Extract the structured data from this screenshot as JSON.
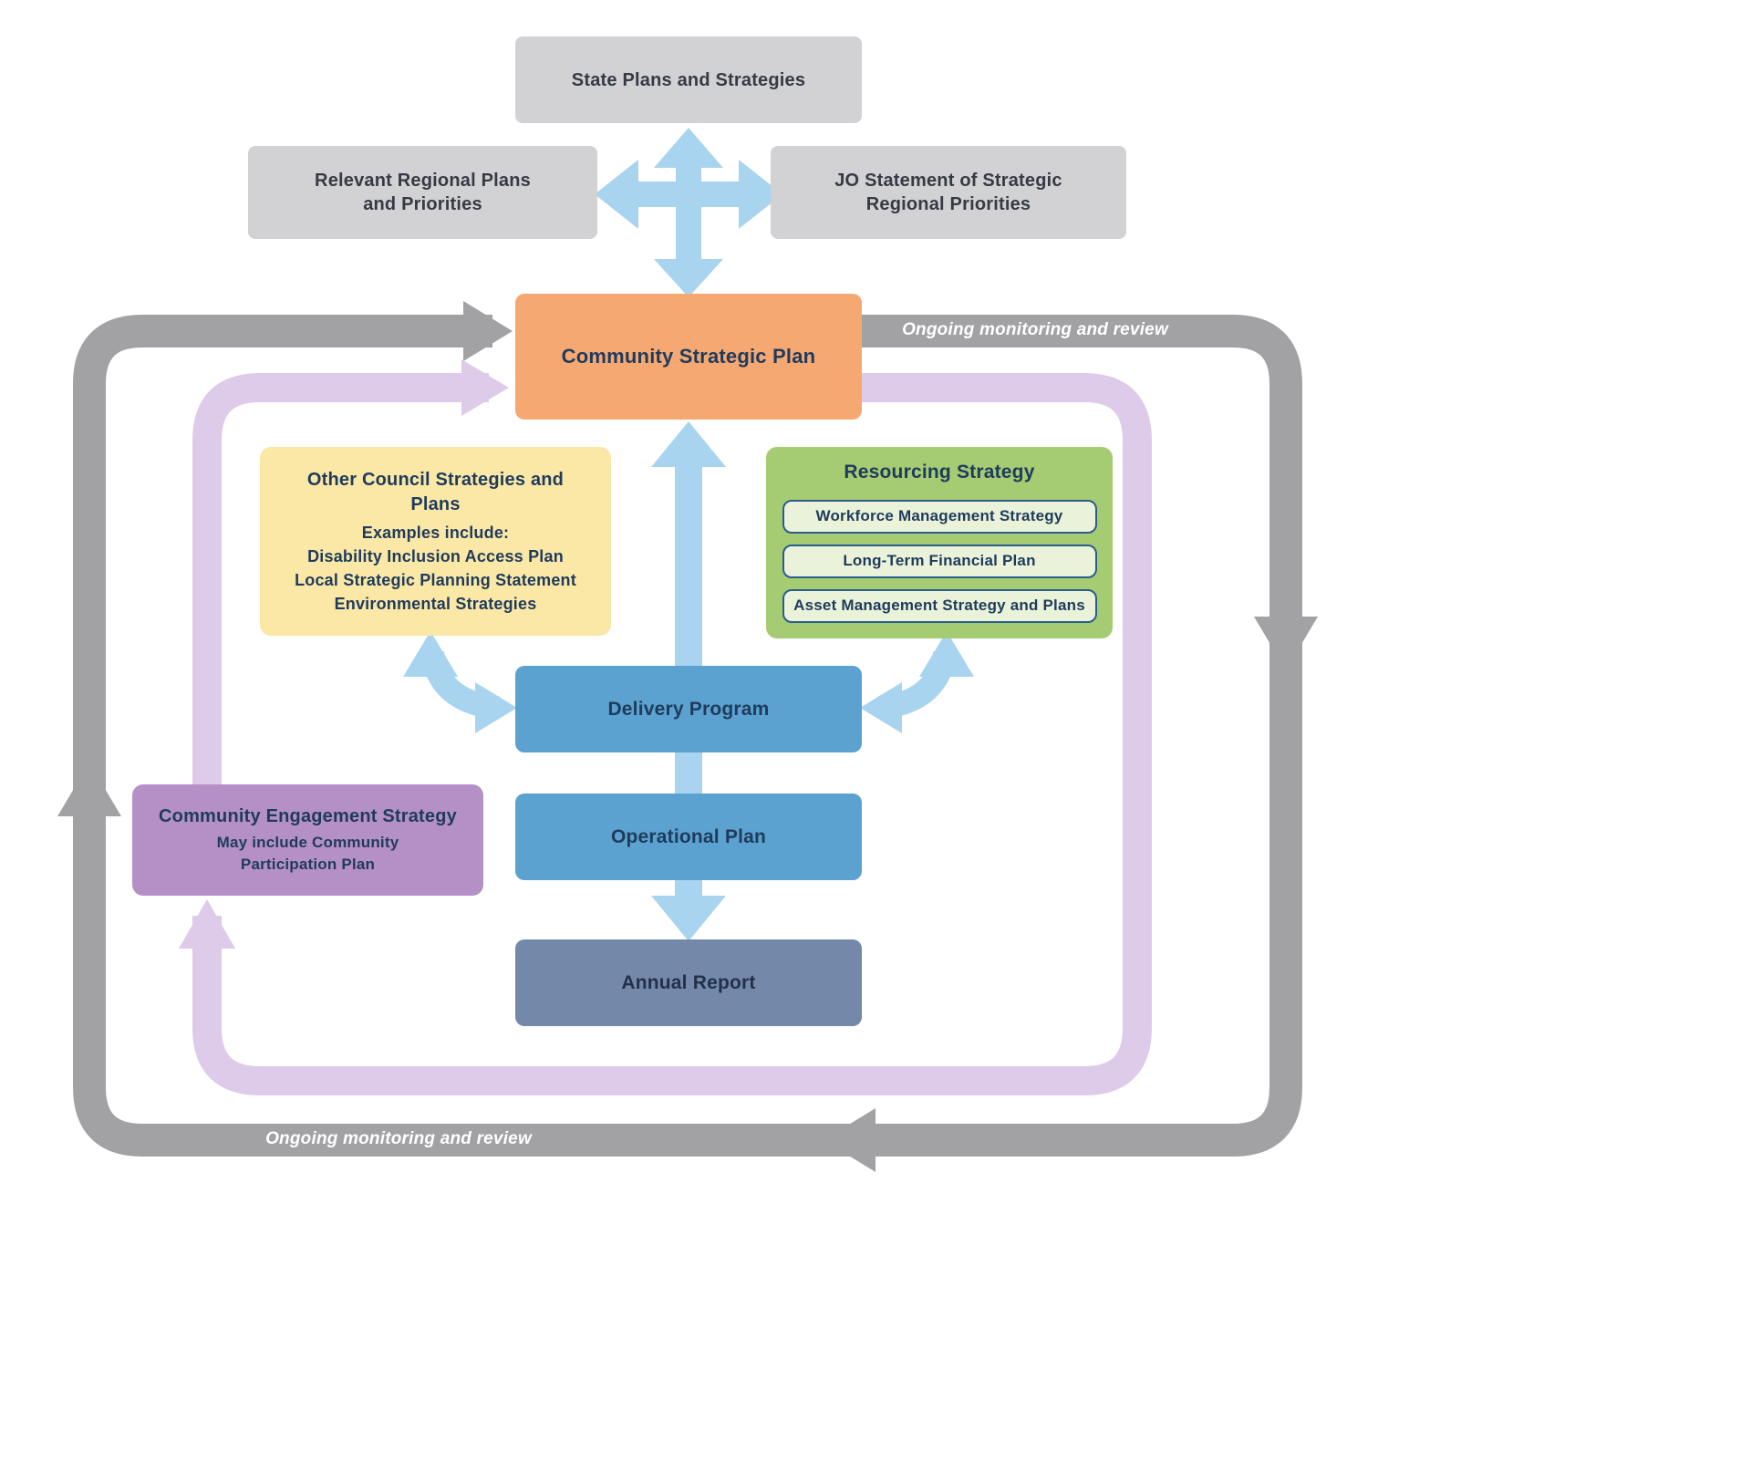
{
  "palette": {
    "gray_box": "#d2d2d4",
    "orange_box": "#f6a873",
    "yellow_box": "#fbe8a6",
    "green_box": "#a5cc72",
    "green_pill": "#eaf3da",
    "pill_border": "#2a5d8c",
    "blue_box": "#5ba2d0",
    "slate_box": "#7488aa",
    "purple_box": "#b590c7",
    "arrow_blue": "#a9d4f0",
    "arrow_gray": "#a2a2a4",
    "arrow_lavender": "#ddcbe9",
    "text_dark": "#363a44",
    "text_navy": "#1f3b5c"
  },
  "boxes": {
    "state_plans": {
      "label": "State Plans and Strategies"
    },
    "regional_plans": {
      "label": "Relevant Regional Plans and Priorities"
    },
    "jo_statement": {
      "label": "JO Statement of Strategic Regional Priorities"
    },
    "csp": {
      "label": "Community Strategic Plan"
    },
    "other_council": {
      "title": "Other Council Strategies and Plans",
      "subtitle": "Examples include:",
      "items": [
        "Disability Inclusion Access Plan",
        "Local Strategic Planning Statement",
        "Environmental Strategies"
      ]
    },
    "resourcing": {
      "title": "Resourcing Strategy",
      "items": [
        "Workforce Management Strategy",
        "Long-Term Financial Plan",
        "Asset Management Strategy and Plans"
      ]
    },
    "delivery": {
      "label": "Delivery Program"
    },
    "operational": {
      "label": "Operational Plan"
    },
    "engagement": {
      "title": "Community Engagement Strategy",
      "subtitle": "May include Community Participation Plan"
    },
    "annual": {
      "label": "Annual Report"
    }
  },
  "arrow_labels": {
    "monitoring_top": "Ongoing monitoring and review",
    "monitoring_bottom": "Ongoing monitoring and review"
  }
}
